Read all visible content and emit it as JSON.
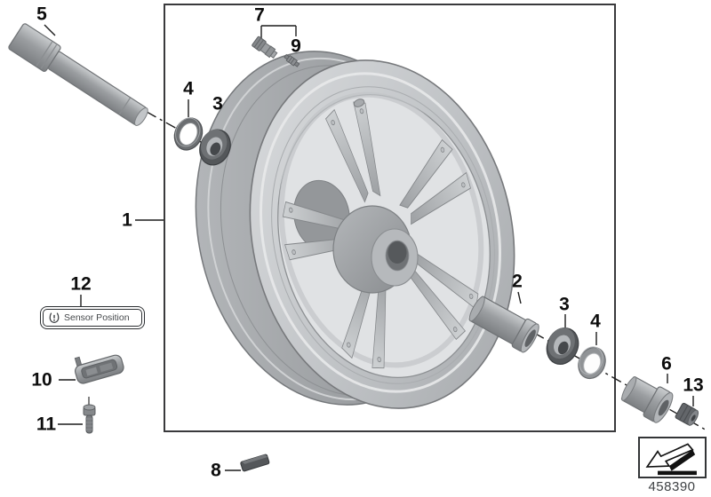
{
  "drawing_number": "458390",
  "callouts": {
    "n1": "1",
    "n2": "2",
    "n3": "3",
    "n4": "4",
    "n5": "5",
    "n6": "6",
    "n7": "7",
    "n8": "8",
    "n9": "9",
    "n10": "10",
    "n11": "11",
    "n12": "12",
    "n13": "13"
  },
  "sensor_label": {
    "icon": "tpms-warning-icon",
    "text": "Sensor Position"
  },
  "direction_box": {
    "icon": "direction-arrow-icon"
  },
  "colors": {
    "frame_border": "#3a3a3c",
    "callout_text": "#0d0d0d",
    "leader_line": "#1c1c1c",
    "part_gray": "#9a9da0",
    "part_dark_gray": "#54575a",
    "wheel_face_gray": "#c5c8cb",
    "background": "#ffffff"
  }
}
